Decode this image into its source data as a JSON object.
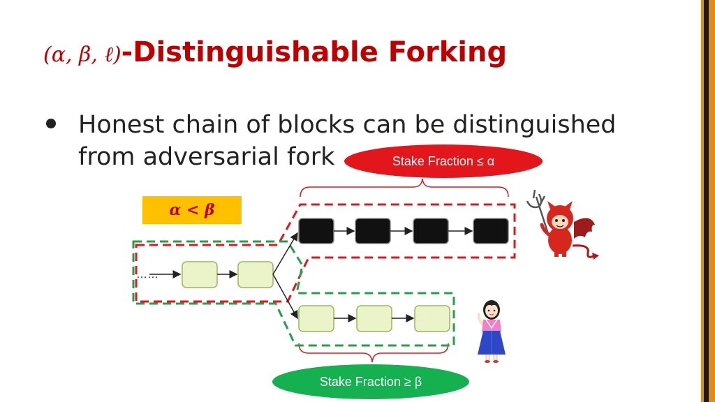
{
  "slide": {
    "title_params": "(α, β, ℓ)",
    "title_main": "-Distinguishable Forking",
    "bullet_text": "Honest chain of blocks can be distinguished from adversarial fork",
    "condition": "α < β",
    "adversary_label": "Stake Fraction ≤ α",
    "honest_label": "Stake Fraction ≥ β",
    "ellipsis": "……"
  },
  "colors": {
    "title": "#c00000",
    "accent_bar": "#e58a14",
    "adversary_pill": "#e3161b",
    "honest_pill": "#15b04f",
    "condition_box": "#ffc000",
    "honest_block": "#eaf4c8",
    "adversary_block": "#111111"
  },
  "icons": [
    "devil-icon",
    "girl-icon"
  ]
}
